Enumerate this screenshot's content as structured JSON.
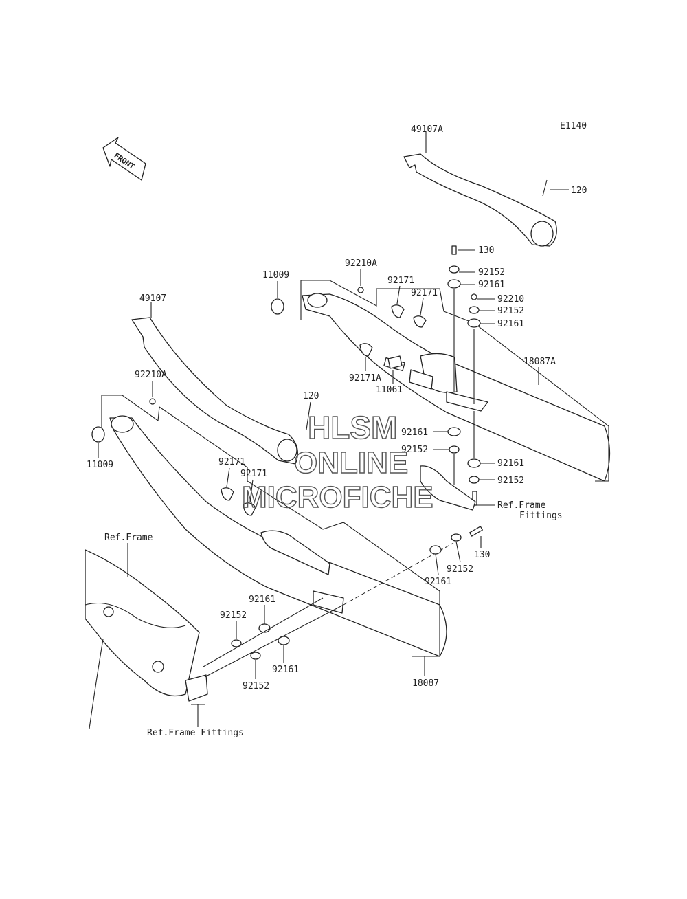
{
  "diagram_code": "E1140",
  "front_label": "FRONT",
  "watermark": [
    "HLSM",
    "ONLINE",
    "MICROFICHE"
  ],
  "labels": {
    "p49107A": "49107A",
    "p120_top": "120",
    "p130_top": "130",
    "p92152_a": "92152",
    "p92161_a": "92161",
    "p92210": "92210",
    "p92152_b": "92152",
    "p92161_b": "92161",
    "p92210A_top": "92210A",
    "p11009_top": "11009",
    "p92171_a": "92171",
    "p92171_b": "92171",
    "p18087A": "18087A",
    "p92171A": "92171A",
    "p11061": "11061",
    "p49107": "49107",
    "p92210A_left": "92210A",
    "p11009_left": "11009",
    "p120_mid": "120",
    "p92161_c": "92161",
    "p92152_c": "92152",
    "p92161_d": "92161",
    "p92152_d": "92152",
    "p92171_c": "92171",
    "p92171_d": "92171",
    "ref_frame_fittings_right": "Ref.Frame\n   Fittings",
    "ref_frame": "Ref.Frame",
    "p130_mid": "130",
    "p92152_e": "92152",
    "p92161_e": "92161",
    "p92161_f": "92161",
    "p92152_f": "92152",
    "p92152_g": "92152",
    "p92161_g": "92161",
    "p18087": "18087",
    "ref_frame_fittings_bottom": "Ref.Frame Fittings"
  }
}
